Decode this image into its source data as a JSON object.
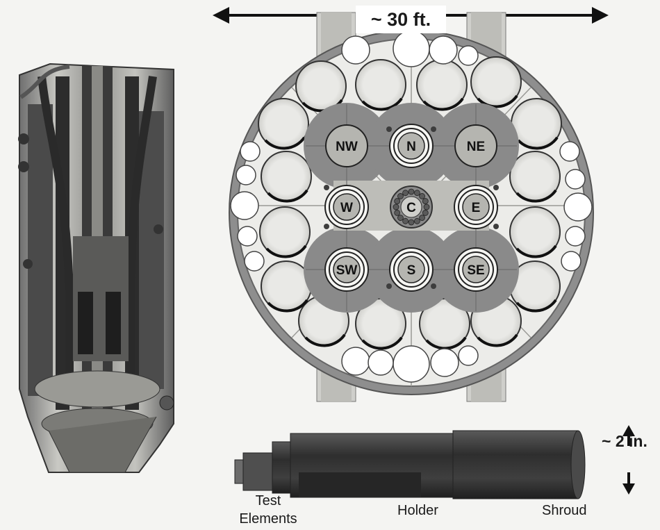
{
  "dimensions": {
    "span_label": "~ 30 ft.",
    "diameter_label": "~ 2 in."
  },
  "core_positions": [
    {
      "id": "NW",
      "flux_trap": false
    },
    {
      "id": "N",
      "flux_trap": true
    },
    {
      "id": "NE",
      "flux_trap": false
    },
    {
      "id": "W",
      "flux_trap": true
    },
    {
      "id": "C",
      "flux_trap": true
    },
    {
      "id": "E",
      "flux_trap": true
    },
    {
      "id": "SW",
      "flux_trap": true
    },
    {
      "id": "S",
      "flux_trap": true
    },
    {
      "id": "SE",
      "flux_trap": true
    }
  ],
  "capsule_labels": {
    "test_elements": [
      "Test",
      "Elements"
    ],
    "holder": "Holder",
    "shroud": "Shroud"
  },
  "colors": {
    "vessel_ring": "#8e8e8e",
    "lobe_gray": "#8a8a8a",
    "capsule_dark": "#3c3c3c",
    "background": "#f4f4f2"
  },
  "icons": [
    "double-arrow-horizontal-icon",
    "arrow-up-icon",
    "arrow-down-icon"
  ]
}
